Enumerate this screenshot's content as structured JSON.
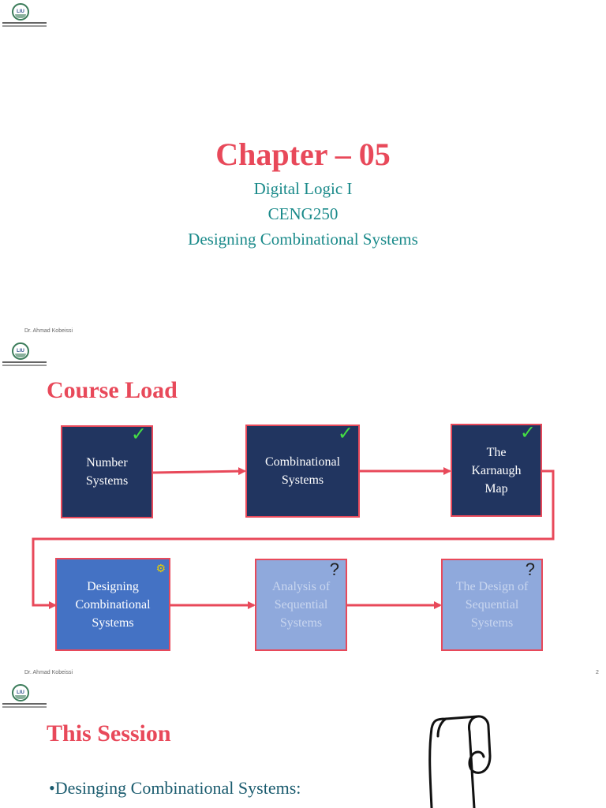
{
  "slide1": {
    "title": "Chapter – 05",
    "subtitle_lines": [
      "Digital Logic I",
      "CENG250",
      "Designing Combinational Systems"
    ],
    "footer": "Dr. Ahmad Kobeissi"
  },
  "slide2": {
    "title": "Course Load",
    "footer": "Dr. Ahmad Kobeissi",
    "page_number": "2",
    "boxes": [
      {
        "label": "Number\nSystems",
        "status": "done",
        "status_icon": "check-icon"
      },
      {
        "label": "Combinational\nSystems",
        "status": "done",
        "status_icon": "check-icon"
      },
      {
        "label": "The\nKarnaugh\nMap",
        "status": "done",
        "status_icon": "check-icon"
      },
      {
        "label": "Designing\nCombinational\nSystems",
        "status": "current",
        "status_icon": "gear-icon"
      },
      {
        "label": "Analysis of\nSequential\nSystems",
        "status": "pending",
        "status_icon": "question-icon"
      },
      {
        "label": "The Design of\nSequential\nSystems",
        "status": "pending",
        "status_icon": "question-icon"
      }
    ],
    "colors": {
      "done": "#213560",
      "current": "#4472c4",
      "pending": "#8fa9dc",
      "border": "#e8495a",
      "check": "#44dd44"
    }
  },
  "slide3": {
    "title": "This Session",
    "bullet": "•Desinging Combinational Systems:"
  },
  "logo_text": "LIU"
}
